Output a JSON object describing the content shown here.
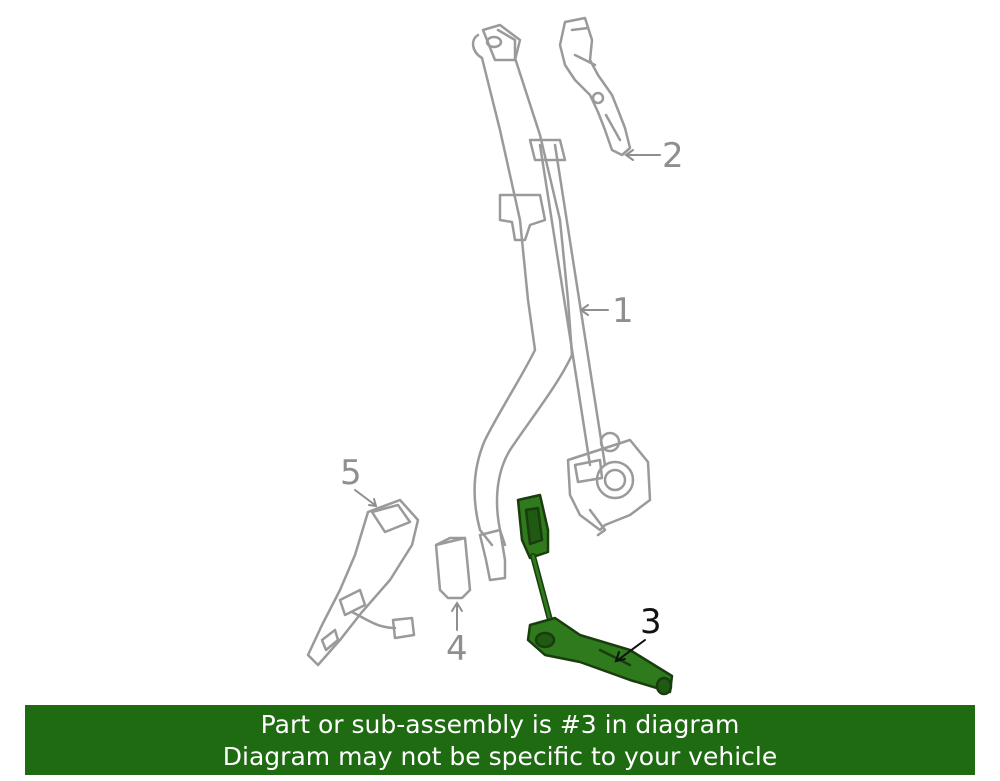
{
  "callouts": {
    "c1": "1",
    "c2": "2",
    "c3": "3",
    "c4": "4",
    "c5": "5"
  },
  "banner": {
    "line1": "Part or sub-assembly is #3 in diagram",
    "line2": "Diagram may not be specific to your vehicle"
  },
  "colors": {
    "highlight_part": "#2f7a1c",
    "banner_bg": "#1f6b12",
    "line_art": "#9a9a9a",
    "background": "#ffffff"
  }
}
